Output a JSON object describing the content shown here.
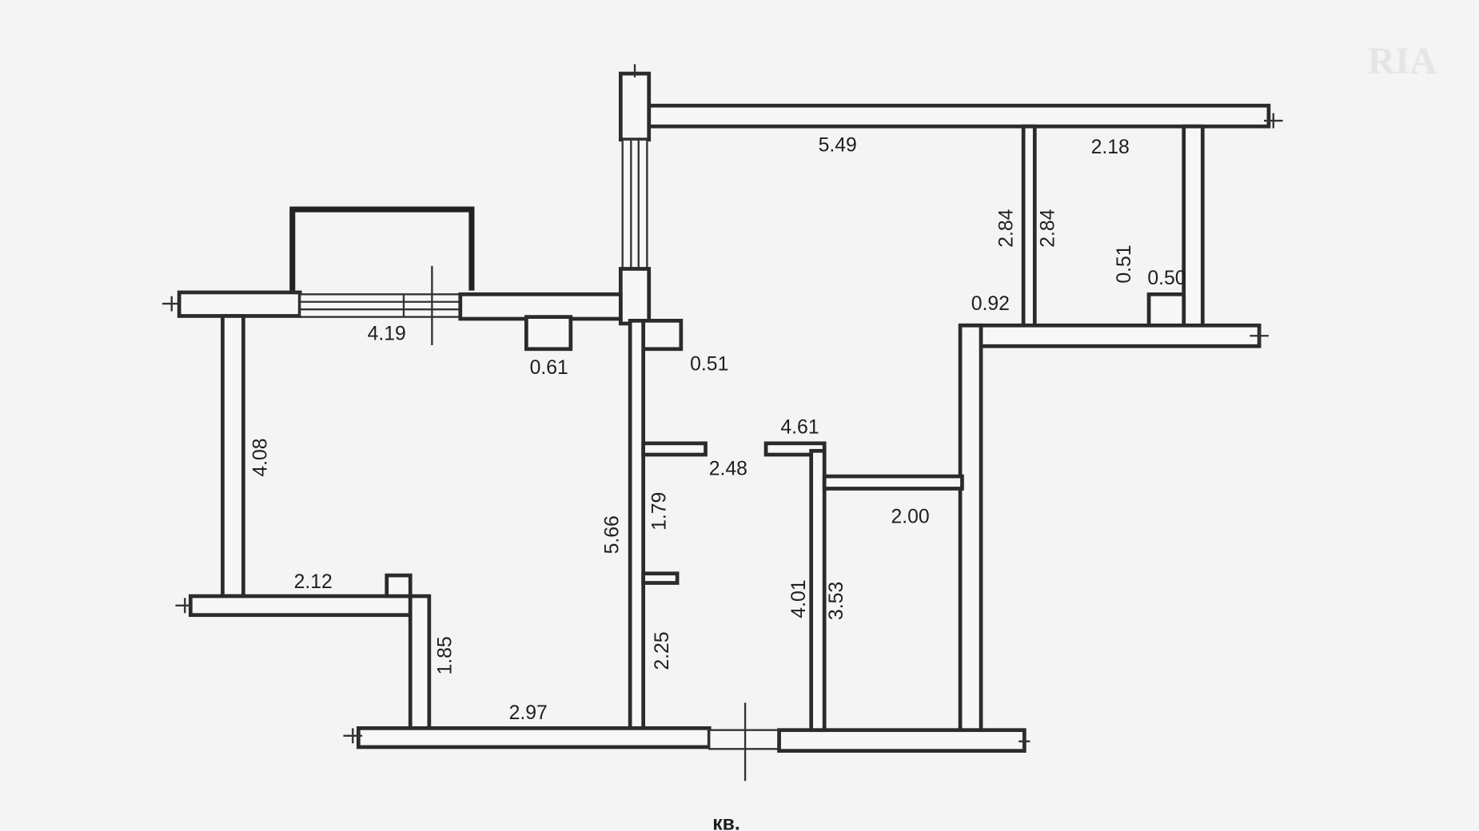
{
  "plan": {
    "watermark": "RIA",
    "dimensions": {
      "top_room_width": "5.49",
      "storage_width": "2.18",
      "storage_door_left": "2.84",
      "storage_door_right": "2.84",
      "storage_notch_v": "0.51",
      "storage_notch_h": "0.50",
      "corridor_step": "0.92",
      "balcony_window": "4.19",
      "niche": "0.61",
      "column": "0.51",
      "corridor_length": "4.61",
      "bath_width": "2.48",
      "left_room_depth": "4.08",
      "middle_wall": "5.66",
      "bath_door": "1.79",
      "room_right_width": "2.00",
      "bath_depth": "4.01",
      "room_right_depth": "3.53",
      "left_step": "2.12",
      "left_step_depth": "1.85",
      "kitchen_wall": "2.25",
      "bottom_left_width": "2.97"
    },
    "entrance_label": "кв."
  }
}
